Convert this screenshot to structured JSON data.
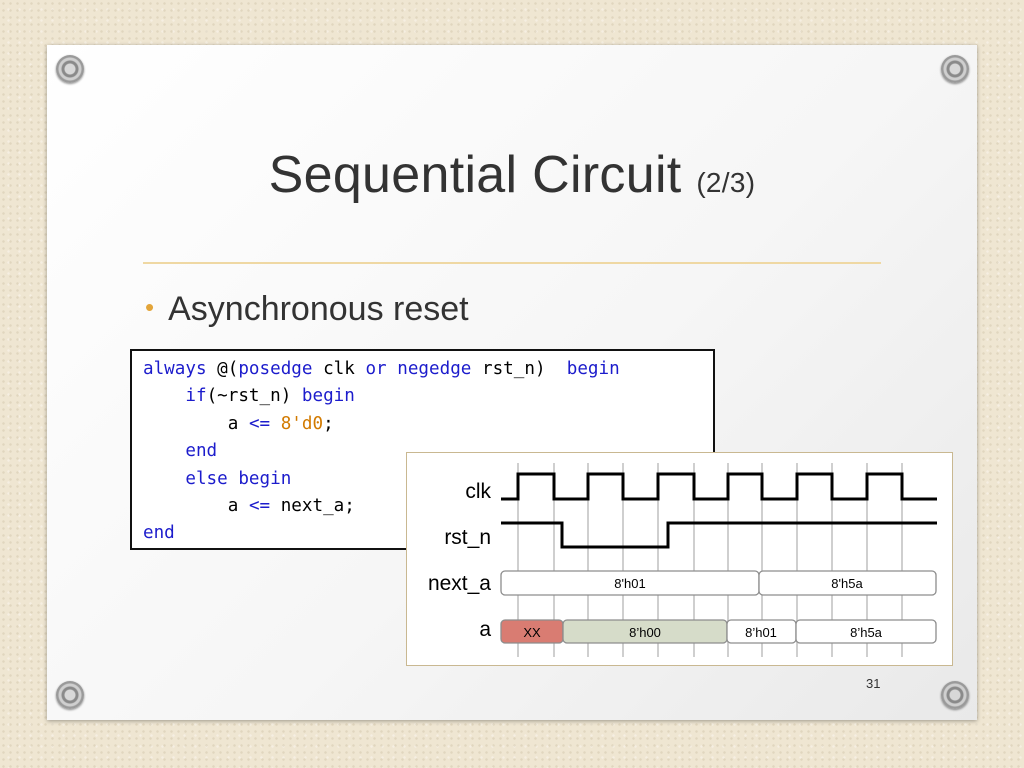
{
  "slide": {
    "title": "Sequential Circuit",
    "title_sub": "(2/3)",
    "bullet": "Asynchronous reset",
    "page_number": "31"
  },
  "code": {
    "line1": {
      "t1": "always",
      "t2": " @(",
      "t3": "posedge",
      "t4": " clk ",
      "t5": "or",
      "t6": " ",
      "t7": "negedge",
      "t8": " rst_n)  ",
      "t9": "begin"
    },
    "line2": {
      "t1": "if",
      "t2": "(~rst_n) ",
      "t3": "begin"
    },
    "line3": {
      "t1": "a ",
      "t2": "<=",
      "t3": " ",
      "t4": "8'd0",
      "t5": ";"
    },
    "line4": {
      "t1": "end"
    },
    "line5": {
      "t1": "else begin"
    },
    "line6": {
      "t1": "a ",
      "t2": "<=",
      "t3": " next_a;"
    },
    "line7": {
      "t1": "end"
    }
  },
  "timing": {
    "signals": {
      "clk": "clk",
      "rst_n": "rst_n",
      "next_a": "next_a",
      "a": "a"
    },
    "next_a_values": {
      "v1": "8'h01",
      "v2": "8'h5a"
    },
    "a_values": {
      "v1": "XX",
      "v2": "8’h00",
      "v3": "8’h01",
      "v4": "8’h5a"
    },
    "colors": {
      "a_unknown": "#d97c72",
      "a_reset": "#d6dcc9",
      "box_border": "#8d8d8d",
      "frame": "#c9b891"
    }
  }
}
